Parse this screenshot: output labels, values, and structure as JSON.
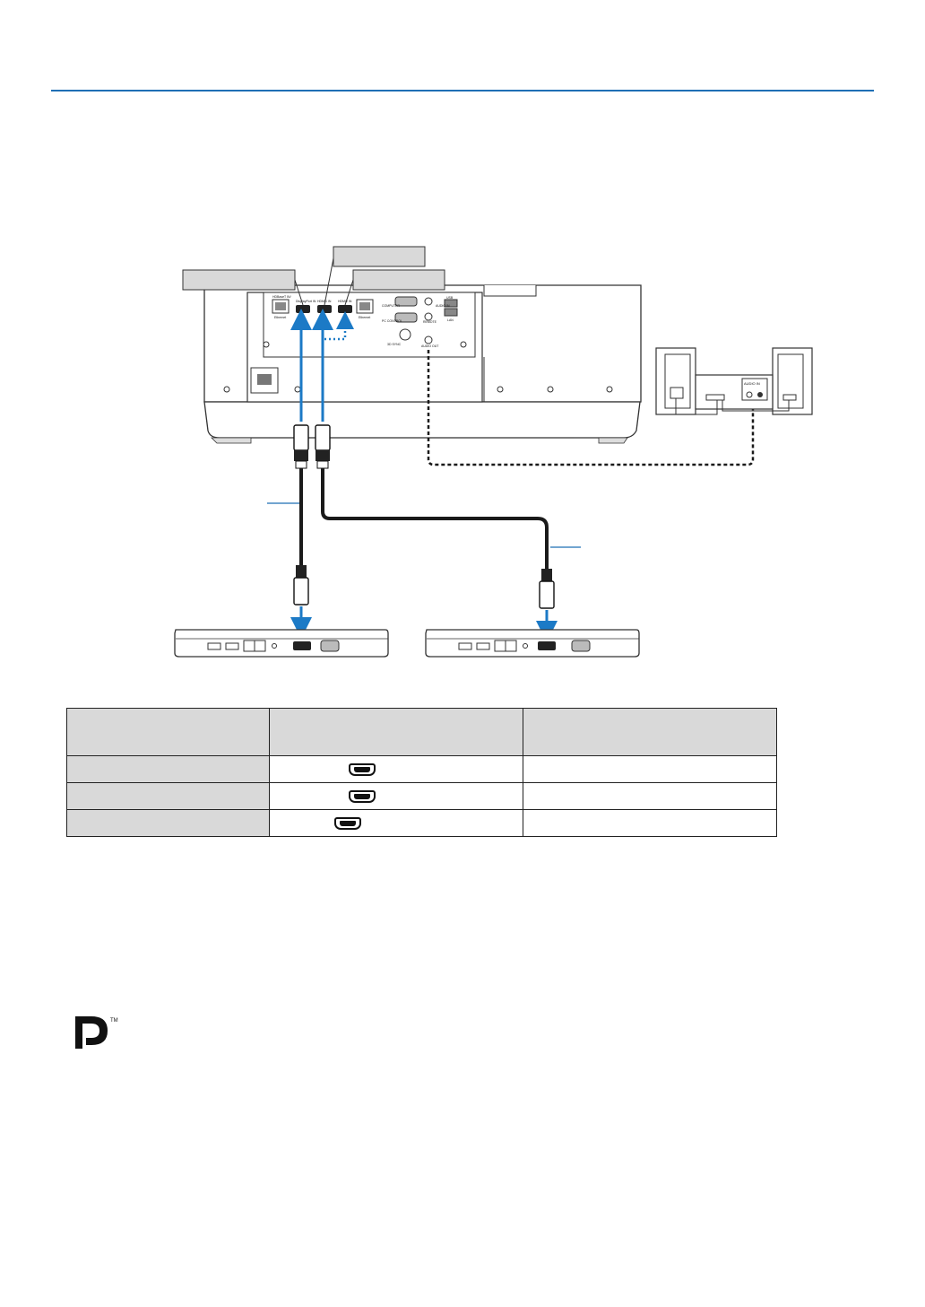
{
  "header": {
    "rule_color": "#1f6fb5"
  },
  "diagram": {
    "callout_boxes": [
      "",
      "",
      ""
    ],
    "projector_labels": {
      "hdbaset": "HDBaseT IN/",
      "ethernet": "Ethernet",
      "hdmi1": "HDMI1 IN",
      "hdmi2": "HDMI2 IN",
      "dp": "DisplayPort IN",
      "computer": "COMPUTER",
      "audio_in": "AUDIO IN",
      "pc_control": "PC CONTROL",
      "remote": "REMOTE",
      "lan": "LAN",
      "usb": "USB",
      "audio_out": "AUDIO OUT",
      "stereo_mini": "3D SYNC"
    },
    "speaker_label": "AUDIO IN",
    "cable_color": "#1a1a1a",
    "arrow_color": "#1c7ac6"
  },
  "table": {
    "headers": [
      "",
      "",
      ""
    ],
    "rows": [
      {
        "c1": "",
        "icon": "hdmi-icon",
        "c3": ""
      },
      {
        "c1": "",
        "icon": "hdmi-icon",
        "c3": ""
      },
      {
        "c1": "",
        "icon": "hdmi-icon",
        "c3": ""
      }
    ]
  },
  "footer": {
    "logo": "DisplayPort logo",
    "tm": "TM"
  }
}
